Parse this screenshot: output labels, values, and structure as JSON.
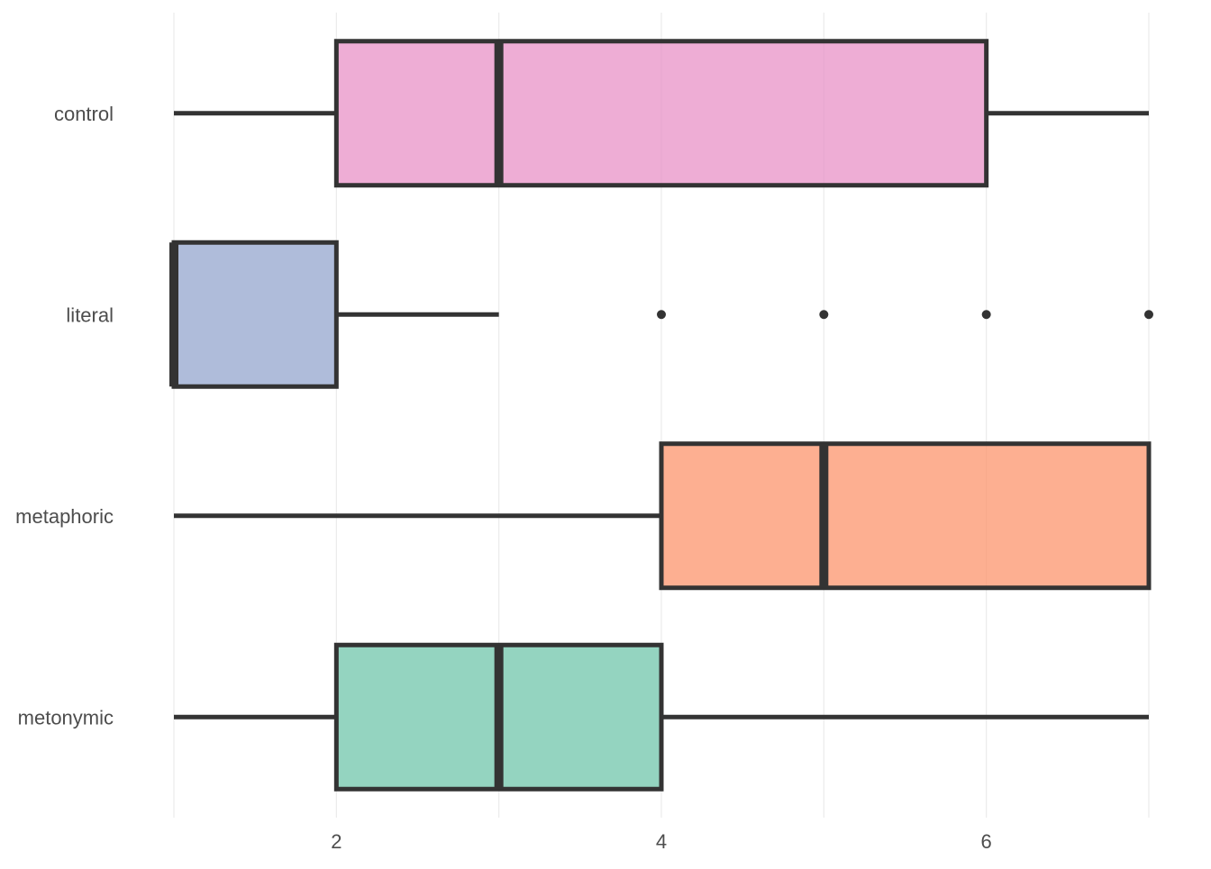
{
  "chart_data": {
    "type": "boxplot",
    "orientation": "horizontal",
    "title": "",
    "xlabel": "",
    "ylabel": "",
    "xlim": [
      1,
      7
    ],
    "x_ticks": [
      2,
      4,
      6
    ],
    "x_tick_labels": [
      "2",
      "4",
      "6"
    ],
    "x_gridlines": [
      1,
      2,
      3,
      4,
      5,
      6,
      7
    ],
    "grid": true,
    "legend": "none",
    "categories": [
      "control",
      "literal",
      "metaphoric",
      "metonymic"
    ],
    "series": [
      {
        "name": "control",
        "min": 1,
        "q1": 2,
        "median": 3,
        "q3": 6,
        "max": 7,
        "outliers": [],
        "color": "#e78ac3"
      },
      {
        "name": "literal",
        "min": 1,
        "q1": 1,
        "median": 1,
        "q3": 2,
        "max": 3,
        "outliers": [
          4,
          5,
          6,
          7
        ],
        "color": "#8da0cb"
      },
      {
        "name": "metaphoric",
        "min": 1,
        "q1": 4,
        "median": 5,
        "q3": 7,
        "max": 7,
        "outliers": [],
        "color": "#fc8d62"
      },
      {
        "name": "metonymic",
        "min": 1,
        "q1": 2,
        "median": 3,
        "q3": 4,
        "max": 7,
        "outliers": [],
        "color": "#66c2a5"
      }
    ]
  }
}
